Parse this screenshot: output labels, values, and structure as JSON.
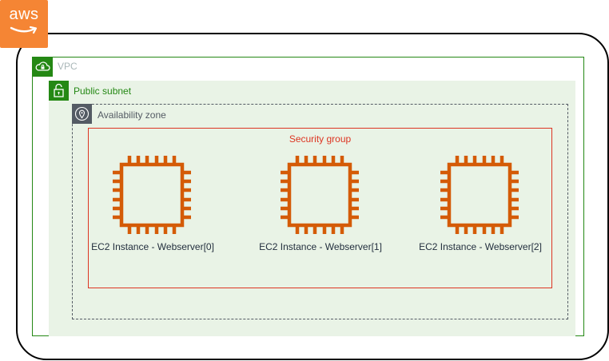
{
  "cloud": {
    "logo_text": "aws"
  },
  "vpc": {
    "label": "VPC"
  },
  "subnet": {
    "label": "Public subnet"
  },
  "availability_zone": {
    "label": "Availability zone"
  },
  "security_group": {
    "label": "Security group"
  },
  "instances": [
    {
      "label": "EC2 Instance - Webserver[0]"
    },
    {
      "label": "EC2 Instance - Webserver[1]"
    },
    {
      "label": "EC2 Instance - Webserver[2]"
    }
  ],
  "colors": {
    "aws_orange": "#f58534",
    "vpc_green": "#248814",
    "subnet_fill": "#e9f3e6",
    "az_gray": "#545b64",
    "security_red": "#dd3522",
    "ec2_orange": "#d45b07",
    "text_dark": "#232f3e"
  },
  "icons": {
    "logo": "aws-logo",
    "vpc": "cloud-lock-icon",
    "subnet": "padlock-icon",
    "availability_zone": "map-pin-icon",
    "instance": "ec2-chip-icon"
  }
}
